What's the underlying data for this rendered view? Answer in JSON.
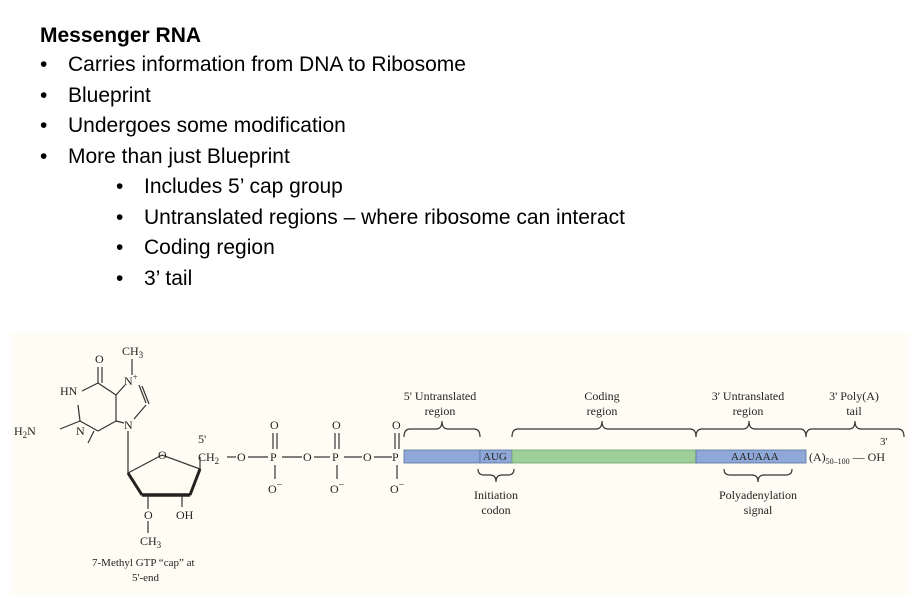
{
  "slide": {
    "title": "Messenger RNA",
    "bullets": [
      "Carries information from DNA to Ribosome",
      "Blueprint",
      "Undergoes some modification",
      "More than just Blueprint"
    ],
    "sub_bullets": [
      "Includes 5’ cap group",
      "Untranslated regions – where ribosome can interact",
      "Coding region",
      "3’ tail"
    ]
  },
  "diagram": {
    "colors": {
      "utr": "#8fa8d8",
      "coding": "#9fcf98",
      "background": "#fffdf3"
    },
    "region_labels": {
      "utr5_line1": "5' Untranslated",
      "utr5_line2": "region",
      "coding_line1": "Coding",
      "coding_line2": "region",
      "utr3_line1": "3' Untranslated",
      "utr3_line2": "region",
      "polya_line1": "3' Poly(A)",
      "polya_line2": "tail"
    },
    "sequences": {
      "start_codon": "AUG",
      "polyadenylation": "AAUAAA"
    },
    "below_labels": {
      "initiation_line1": "Initiation",
      "initiation_line2": "codon",
      "polyadenylation_line1": "Polyadenylation",
      "polyadenylation_line2": "signal"
    },
    "tail": {
      "a_text": "(A)",
      "subscript": "50–100",
      "end": "— OH",
      "three_prime": "3'"
    },
    "cap_caption": {
      "line1": "7-Methyl GTP “cap” at",
      "line2": "5'-end"
    },
    "chem_labels": {
      "ch3_top": "CH",
      "ch3_top_sub": "3",
      "nplus": "N",
      "nplus_sup": "+",
      "o_top": "O",
      "hn": "HN",
      "h2n": "H",
      "h2n_sub": "2",
      "h2n_n": "N",
      "n_lower": "N",
      "n_glyc": "N",
      "five_prime": "5'",
      "ch2": "CH",
      "ch2_sub": "2",
      "o_link1": "O",
      "p1": "P",
      "o_link2": "O",
      "p2": "P",
      "o_link3": "O",
      "p3": "P",
      "o_ring": "O",
      "o_top1": "O",
      "o_top2": "O",
      "o_top3": "O",
      "o_minus1": "O",
      "o_minus2": "O",
      "o_minus3": "O",
      "minus": "−",
      "o_methyl": "O",
      "oh": "OH",
      "ch3_bottom": "CH",
      "ch3_bottom_sub": "3"
    }
  }
}
